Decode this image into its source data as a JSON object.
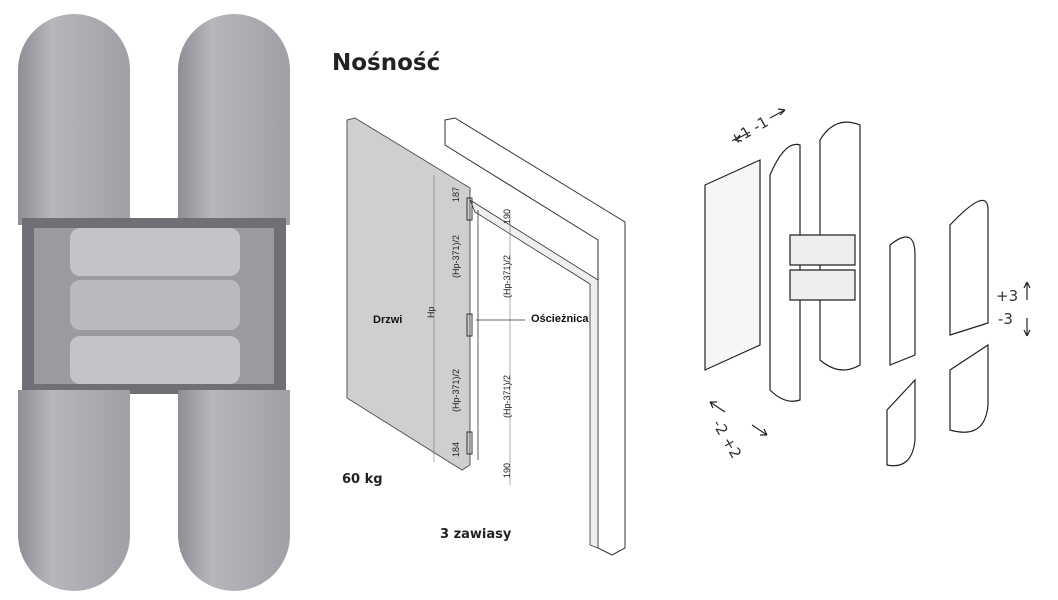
{
  "title": "Nośność",
  "door_diagram": {
    "door_label": "Drzwi",
    "height_label": "Hp",
    "frame_label": "Ościeżnica",
    "dim_top_door": "187",
    "dim_top_frame": "190",
    "dim_mid_door_1": "(Hp-371)/2",
    "dim_mid_frame_1": "(Hp-371)/2",
    "dim_mid_door_2": "(Hp-371)/2",
    "dim_mid_frame_2": "(Hp-371)/2",
    "dim_bottom_door": "184",
    "dim_bottom_frame": "190",
    "load": "60 kg",
    "hinge_count": "3 zawiasy"
  },
  "adjustment_diagram": {
    "axis1": "+1  -1",
    "axis2": "-2  +2",
    "axis3_plus": "+3",
    "axis3_minus": "-3"
  },
  "colors": {
    "hinge_metal": "#a8a9ae",
    "door_panel": "#cfcfcf"
  }
}
